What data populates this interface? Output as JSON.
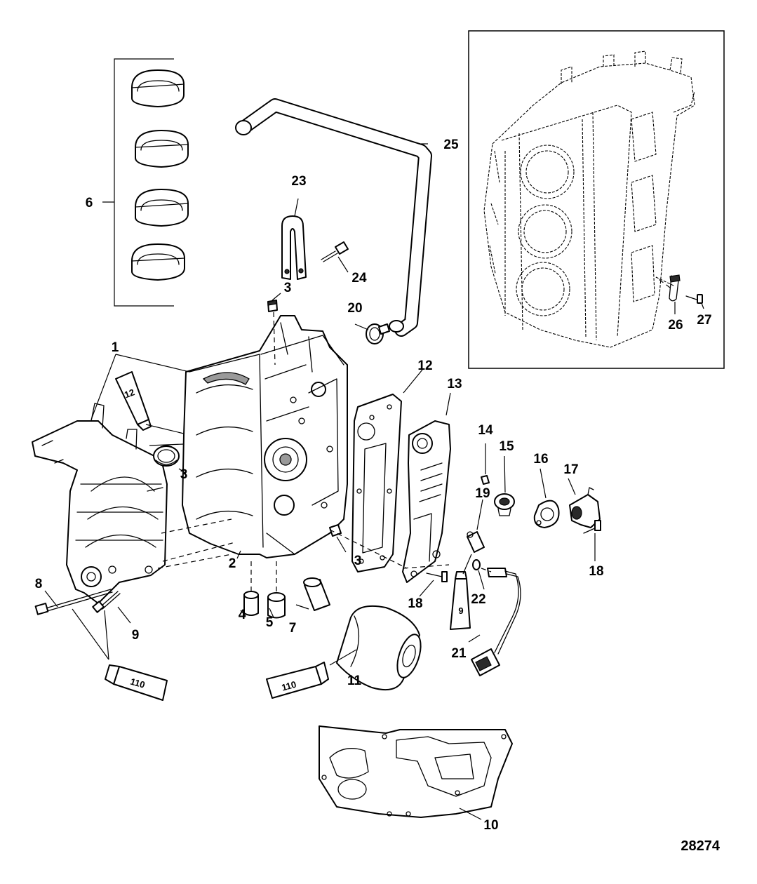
{
  "callouts": {
    "c1": "1",
    "c2": "2",
    "c3a": "3",
    "c3b": "3",
    "c3c": "3",
    "c4": "4",
    "c5": "5",
    "c6": "6",
    "c7": "7",
    "c8": "8",
    "c9": "9",
    "c10": "10",
    "c11": "11",
    "c12": "12",
    "c13": "13",
    "c14": "14",
    "c15": "15",
    "c16": "16",
    "c17": "17",
    "c18a": "18",
    "c18b": "18",
    "c19": "19",
    "c20": "20",
    "c21": "21",
    "c22": "22",
    "c23": "23",
    "c24": "24",
    "c25": "25",
    "c26": "26",
    "c27": "27"
  },
  "tubes": {
    "t12": "12",
    "t9": "9",
    "t110a": "110",
    "t110b": "110"
  },
  "drawing_number": "28274"
}
